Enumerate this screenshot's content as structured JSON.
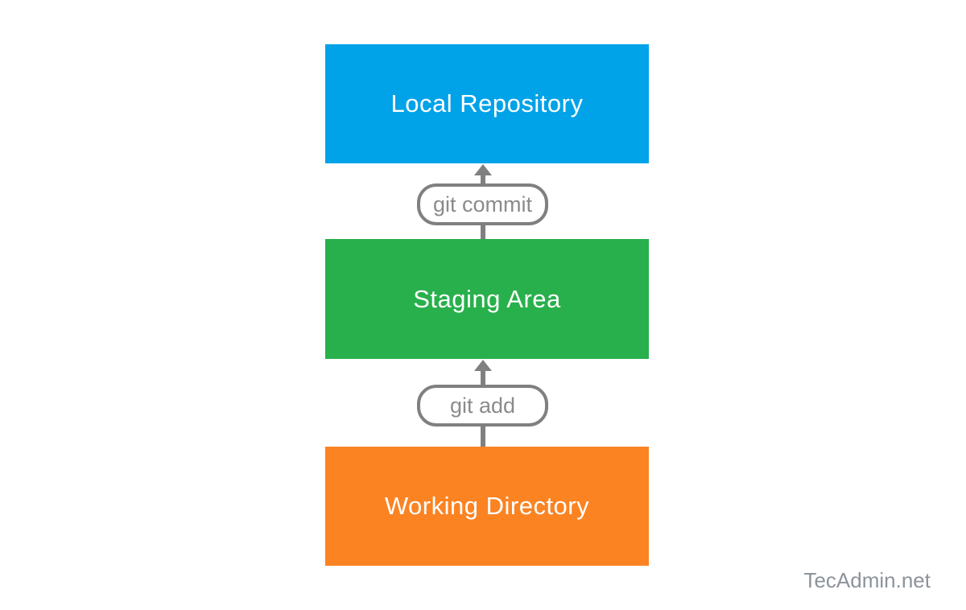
{
  "canvas": {
    "background_color": "#ffffff"
  },
  "diagram": {
    "boxes": [
      {
        "id": "local-repository",
        "label": "Local Repository",
        "color": "#00A2E8",
        "text_color": "#ffffff"
      },
      {
        "id": "staging-area",
        "label": "Staging Area",
        "color": "#28B04C",
        "text_color": "#ffffff"
      },
      {
        "id": "working-directory",
        "label": "Working Directory",
        "color": "#FB8322",
        "text_color": "#ffffff"
      }
    ],
    "connectors": [
      {
        "id": "git-commit",
        "label": "git commit",
        "from": "staging-area",
        "to": "local-repository",
        "direction": "up"
      },
      {
        "id": "git-add",
        "label": "git add",
        "from": "working-directory",
        "to": "staging-area",
        "direction": "up"
      }
    ],
    "line_color": "#808080",
    "pill_border_color": "#808080",
    "pill_text_color": "#8b8b8b"
  },
  "watermark": {
    "text": "TecAdmin.net",
    "color": "#8d939b"
  }
}
